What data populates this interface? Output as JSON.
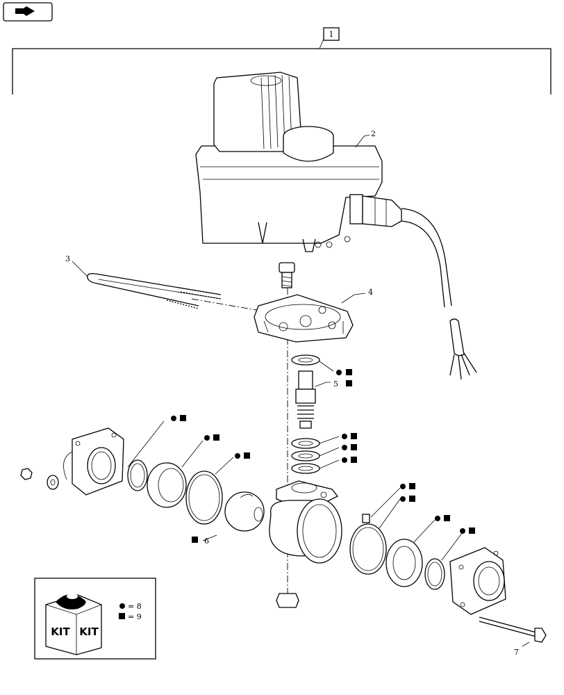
{
  "nav": {
    "icon": "back-arrow-icon"
  },
  "assembly_callout": "1",
  "callouts": [
    {
      "id": "c2",
      "text": "2"
    },
    {
      "id": "c3",
      "text": "3"
    },
    {
      "id": "c4",
      "text": "4"
    },
    {
      "id": "c5",
      "text": "5"
    },
    {
      "id": "c6",
      "text": "6"
    },
    {
      "id": "c7",
      "text": "7"
    }
  ],
  "kit": {
    "box_label_left": "KIT",
    "box_label_right": "KIT",
    "legend": [
      {
        "symbol": "circle",
        "text": "= 8"
      },
      {
        "symbol": "square",
        "text": "= 9"
      }
    ]
  }
}
